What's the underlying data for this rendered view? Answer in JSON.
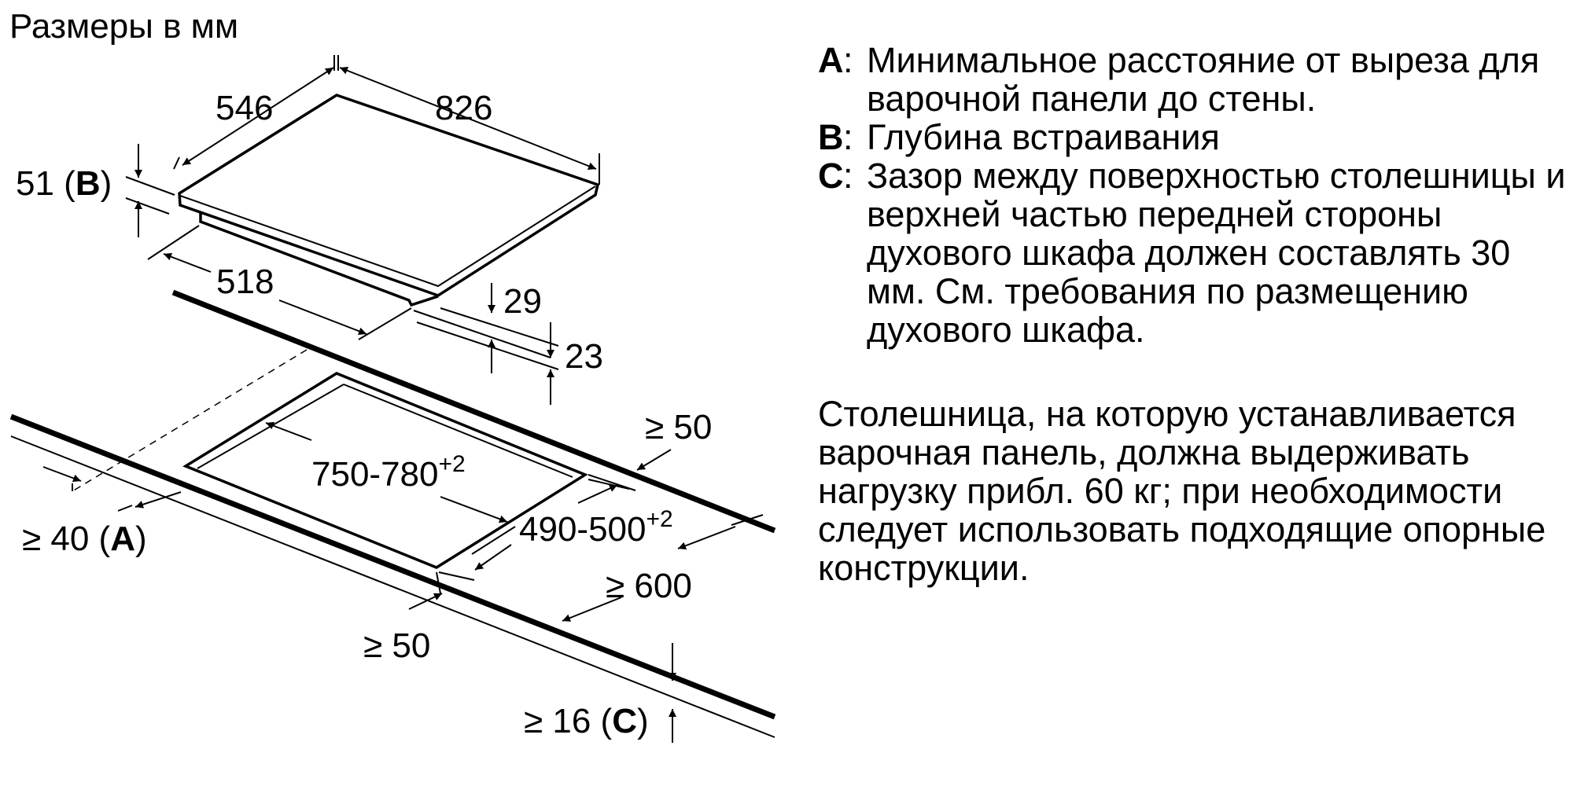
{
  "title": "Размеры в мм",
  "dimensions": {
    "top_depth": "546",
    "top_width": "826",
    "height_b_value": "51 (",
    "height_b_key": "B",
    "close_paren": ")",
    "frame_depth": "518",
    "frame_h1": "29",
    "frame_h2": "23",
    "cutout_width": "750-780",
    "cutout_width_tol": "+2",
    "cutout_depth": "490-500",
    "cutout_depth_tol": "+2",
    "back_clearance": "≥ 50",
    "side_clearance_value": "≥ 40 (",
    "side_clearance_key": "A",
    "front_clearance": "≥ 50",
    "counter_depth": "≥ 600",
    "thickness_value": "≥ 16 (",
    "thickness_key": "C"
  },
  "legend": [
    {
      "key": "A",
      "sep": ":",
      "text": "Минимальное расстояние от выреза для варочной панели до стены."
    },
    {
      "key": "B",
      "sep": ":",
      "text": "Глубина встраивания"
    },
    {
      "key": "C",
      "sep": ":",
      "text": "Зазор между поверхностью столешницы и верхней частью передней стороны духового шкафа должен составлять 30 мм. См. требования по размещению духового шкафа."
    }
  ],
  "note": "Столешница, на которую устанавливается варочная панель, должна выдерживать нагрузку прибл. 60 кг; при необходимости следует использовать подходящие опорные конструкции."
}
